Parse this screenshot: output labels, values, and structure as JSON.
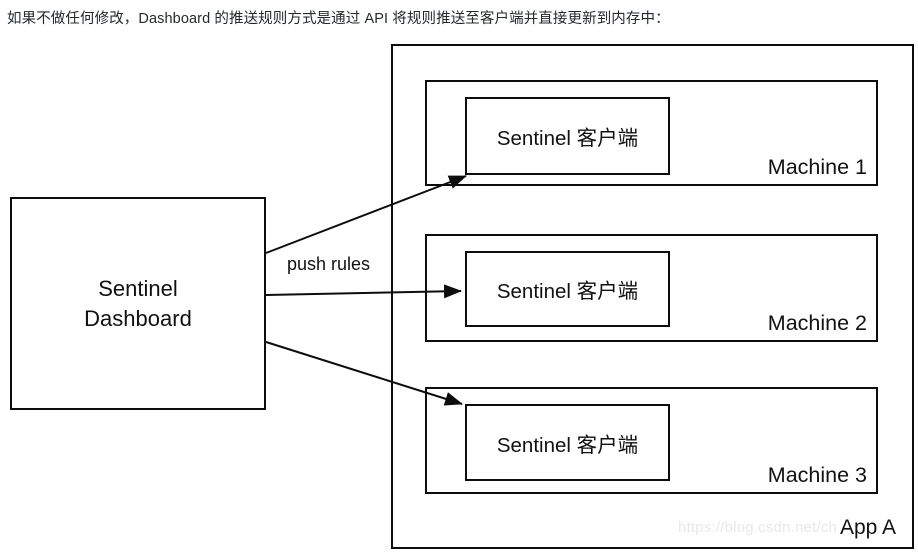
{
  "caption": "如果不做任何修改，Dashboard 的推送规则方式是通过 API 将规则推送至客户端并直接更新到内存中：",
  "dashboard": {
    "label": "Sentinel\nDashboard"
  },
  "arrow": {
    "label": "push rules",
    "count": 3,
    "style": "solid-line-filled-triangle-head",
    "color": "#0d0d0d"
  },
  "app": {
    "label": "App A",
    "machines": [
      {
        "name": "Machine 1",
        "client": "Sentinel 客户端"
      },
      {
        "name": "Machine 2",
        "client": "Sentinel 客户端"
      },
      {
        "name": "Machine 3",
        "client": "Sentinel 客户端"
      }
    ]
  },
  "watermark": "https://blog.csdn.net/ch",
  "colors": {
    "stroke": "#0d0d0d",
    "background": "#ffffff",
    "caption_text": "#25292e",
    "watermark": "#e8e8e8"
  }
}
